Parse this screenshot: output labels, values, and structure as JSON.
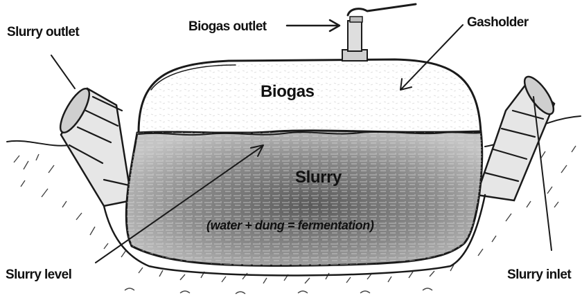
{
  "labels": {
    "slurry_outlet": "Slurry outlet",
    "biogas_outlet": "Biogas outlet",
    "gasholder": "Gasholder",
    "biogas": "Biogas",
    "slurry": "Slurry",
    "slurry_formula": "(water + dung = fermentation)",
    "slurry_level": "Slurry level",
    "slurry_inlet": "Slurry inlet"
  },
  "colors": {
    "ink": "#1a1a1a",
    "background": "#ffffff",
    "slurry_dark": "#6e6e6e",
    "slurry_light": "#bdbdbd"
  }
}
